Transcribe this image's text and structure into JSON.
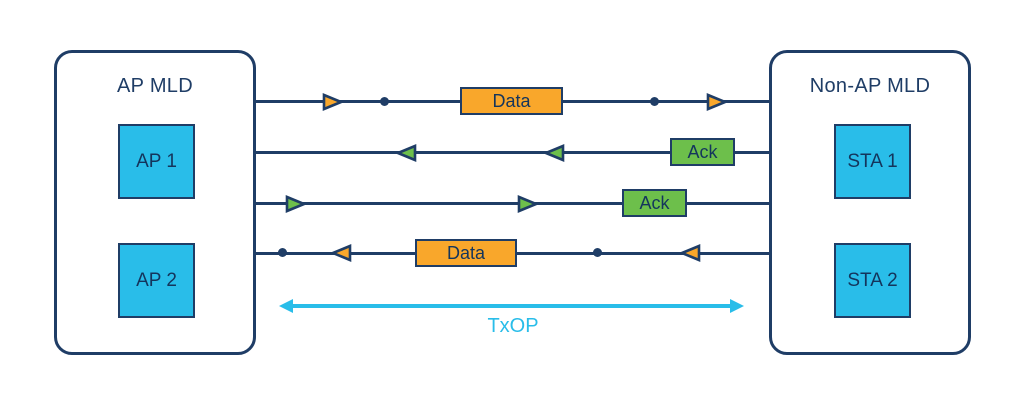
{
  "figure": {
    "title_hint": "Multi-link frame exchange between AP MLD and non-AP MLD during a TxOP",
    "left_entity": {
      "title": "AP MLD",
      "nodes": [
        {
          "label": "AP 1"
        },
        {
          "label": "AP 2"
        }
      ]
    },
    "right_entity": {
      "title": "Non-AP MLD",
      "nodes": [
        {
          "label": "STA 1"
        },
        {
          "label": "STA 2"
        }
      ]
    },
    "links": [
      {
        "frame": "Data",
        "frame_color": "orange",
        "direction": "right",
        "markers": [
          "arrow-right",
          "dot",
          "frame",
          "dot",
          "arrow-right"
        ]
      },
      {
        "frame": "Ack",
        "frame_color": "green",
        "direction": "left",
        "markers": [
          "arrow-left",
          "arrow-left",
          "frame"
        ]
      },
      {
        "frame": "Ack",
        "frame_color": "green",
        "direction": "right",
        "markers": [
          "arrow-right",
          "arrow-right",
          "frame"
        ]
      },
      {
        "frame": "Data",
        "frame_color": "orange",
        "direction": "left",
        "markers": [
          "dot",
          "arrow-left",
          "frame",
          "dot",
          "arrow-left"
        ]
      }
    ],
    "txop": {
      "label": "TxOP"
    },
    "colors": {
      "navy": "#1f3d66",
      "cyan": "#29bde9",
      "orange": "#f9a72b",
      "green": "#6dbf4b",
      "background": "#ffffff"
    }
  }
}
